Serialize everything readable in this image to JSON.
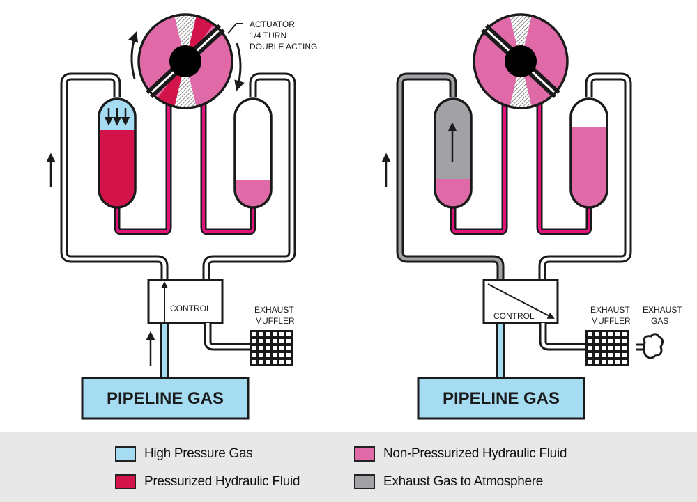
{
  "colors": {
    "high_pressure_gas": "#a5dcf2",
    "pressurized_hydraulic": "#d3144a",
    "non_pressurized_hydraulic": "#e06aa8",
    "exhaust_gas": "#a2a2a6",
    "hydraulic_line": "#e0147a",
    "outline": "#1a1a1a"
  },
  "left_diagram": {
    "actuator_label": [
      "ACTUATOR",
      "1/4 TURN",
      "DOUBLE ACTING"
    ],
    "control_label": "CONTROL",
    "muffler_label": [
      "EXHAUST",
      "MUFFLER"
    ],
    "source_label": "PIPELINE GAS",
    "left_tank": {
      "gas": "high_pressure_gas",
      "fluid": "pressurized_hydraulic",
      "fluid_level": 0.8
    },
    "right_tank": {
      "gas": "none",
      "fluid": "non_pressurized_hydraulic",
      "fluid_level": 0.2
    }
  },
  "right_diagram": {
    "control_label": "CONTROL",
    "muffler_label": [
      "EXHAUST",
      "MUFFLER"
    ],
    "exhaust_label": [
      "EXHAUST",
      "GAS"
    ],
    "source_label": "PIPELINE GAS",
    "left_tank": {
      "gas": "exhaust_gas",
      "fluid": "non_pressurized_hydraulic",
      "fluid_level": 0.25
    },
    "right_tank": {
      "gas": "none",
      "fluid": "non_pressurized_hydraulic",
      "fluid_level": 0.75
    }
  },
  "legend": [
    {
      "label": "High Pressure Gas",
      "color": "#a5dcf2"
    },
    {
      "label": "Non-Pressurized Hydraulic Fluid",
      "color": "#e06aa8"
    },
    {
      "label": "Pressurized Hydraulic Fluid",
      "color": "#d3144a"
    },
    {
      "label": "Exhaust Gas to Atmosphere",
      "color": "#a2a2a6"
    }
  ]
}
